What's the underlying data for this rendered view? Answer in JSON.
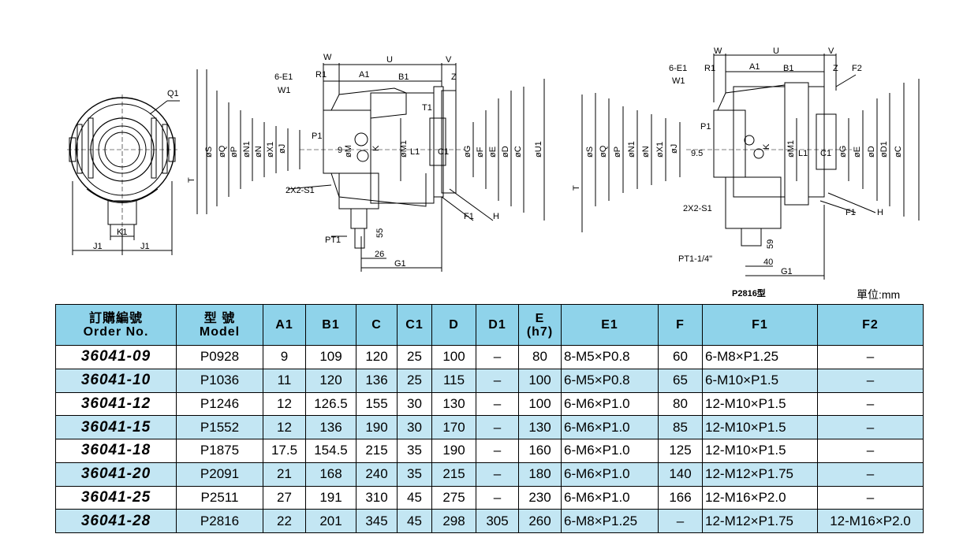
{
  "unit_label": "單位:mm",
  "model_caption": "P2816型",
  "drawing1_labels": {
    "Q1": "Q1",
    "K1": "K1",
    "J1a": "J1",
    "J1b": "J1",
    "T": "T"
  },
  "drawing2_labels": {
    "W": "W",
    "U": "U",
    "V": "V",
    "R1": "R1",
    "A1": "A1",
    "B1": "B1",
    "Z": "Z",
    "E1": "6-E1",
    "W1": "W1",
    "T1": "T1",
    "P1": "P1",
    "nine": "9",
    "S": "øS",
    "Q": "øQ",
    "P": "øP",
    "N1": "øN1",
    "N": "øN",
    "X1": "øX1",
    "J": "øJ",
    "M": "øM",
    "K": "K",
    "M1": "øM1",
    "L1": "L1",
    "C1": "C1",
    "G": "øG",
    "F": "øF",
    "E": "øE",
    "D": "øD",
    "C": "øC",
    "U1": "øU1",
    "S1": "2X2-S1",
    "F1": "F1",
    "H": "H",
    "PT1": "PT1",
    "fiftyfive": "55",
    "twentysix": "26",
    "G1": "G1"
  },
  "drawing3_labels": {
    "W": "W",
    "U": "U",
    "V": "V",
    "E1": "6-E1",
    "R1": "R1",
    "A1": "A1",
    "B1": "B1",
    "Z": "Z",
    "F2": "F2",
    "W1": "W1",
    "P1": "P1",
    "ninefive": "9.5",
    "S": "øS",
    "Q": "øQ",
    "P": "øP",
    "N1": "øN1",
    "N": "øN",
    "X1": "øX1",
    "J": "øJ",
    "M1": "øM1",
    "K": "K",
    "L1": "L1",
    "C1": "C1",
    "G": "øG",
    "E": "øE",
    "D": "øD",
    "D1": "øD1",
    "C": "øC",
    "T": "T",
    "S1": "2X2-S1",
    "F1": "F1",
    "H": "H",
    "fiftynine": "59",
    "forty": "40",
    "PT1": "PT1-1/4\"",
    "G1": "G1"
  },
  "table": {
    "headers": {
      "order_zh": "訂購編號",
      "order_en": "Order No.",
      "model_zh": "型 號",
      "model_en": "Model",
      "A1": "A1",
      "B1": "B1",
      "C": "C",
      "C1": "C1",
      "D": "D",
      "D1": "D1",
      "E_top": "E",
      "E_bottom": "(h7)",
      "E1": "E1",
      "F": "F",
      "F1": "F1",
      "F2": "F2"
    },
    "rows": [
      {
        "order": "36041-09",
        "model": "P0928",
        "A1": "9",
        "B1": "109",
        "C": "120",
        "C1": "25",
        "D": "100",
        "D1": "–",
        "E": "80",
        "E1": "8-M5×P0.8",
        "F": "60",
        "F1": "6-M8×P1.25",
        "F2": "–"
      },
      {
        "order": "36041-10",
        "model": "P1036",
        "A1": "11",
        "B1": "120",
        "C": "136",
        "C1": "25",
        "D": "115",
        "D1": "–",
        "E": "100",
        "E1": "6-M5×P0.8",
        "F": "65",
        "F1": "6-M10×P1.5",
        "F2": "–"
      },
      {
        "order": "36041-12",
        "model": "P1246",
        "A1": "12",
        "B1": "126.5",
        "C": "155",
        "C1": "30",
        "D": "130",
        "D1": "–",
        "E": "100",
        "E1": "6-M6×P1.0",
        "F": "80",
        "F1": "12-M10×P1.5",
        "F2": "–"
      },
      {
        "order": "36041-15",
        "model": "P1552",
        "A1": "12",
        "B1": "136",
        "C": "190",
        "C1": "30",
        "D": "170",
        "D1": "–",
        "E": "130",
        "E1": "6-M6×P1.0",
        "F": "85",
        "F1": "12-M10×P1.5",
        "F2": "–"
      },
      {
        "order": "36041-18",
        "model": "P1875",
        "A1": "17.5",
        "B1": "154.5",
        "C": "215",
        "C1": "35",
        "D": "190",
        "D1": "–",
        "E": "160",
        "E1": "6-M6×P1.0",
        "F": "125",
        "F1": "12-M10×P1.5",
        "F2": "–"
      },
      {
        "order": "36041-20",
        "model": "P2091",
        "A1": "21",
        "B1": "168",
        "C": "240",
        "C1": "35",
        "D": "215",
        "D1": "–",
        "E": "180",
        "E1": "6-M6×P1.0",
        "F": "140",
        "F1": "12-M12×P1.75",
        "F2": "–"
      },
      {
        "order": "36041-25",
        "model": "P2511",
        "A1": "27",
        "B1": "191",
        "C": "310",
        "C1": "45",
        "D": "275",
        "D1": "–",
        "E": "230",
        "E1": "6-M6×P1.0",
        "F": "166",
        "F1": "12-M16×P2.0",
        "F2": "–"
      },
      {
        "order": "36041-28",
        "model": "P2816",
        "A1": "22",
        "B1": "201",
        "C": "345",
        "C1": "45",
        "D": "298",
        "D1": "305",
        "E": "260",
        "E1": "6-M8×P1.25",
        "F": "–",
        "F1": "12-M12×P1.75",
        "F2": "12-M16×P2.0"
      }
    ]
  }
}
